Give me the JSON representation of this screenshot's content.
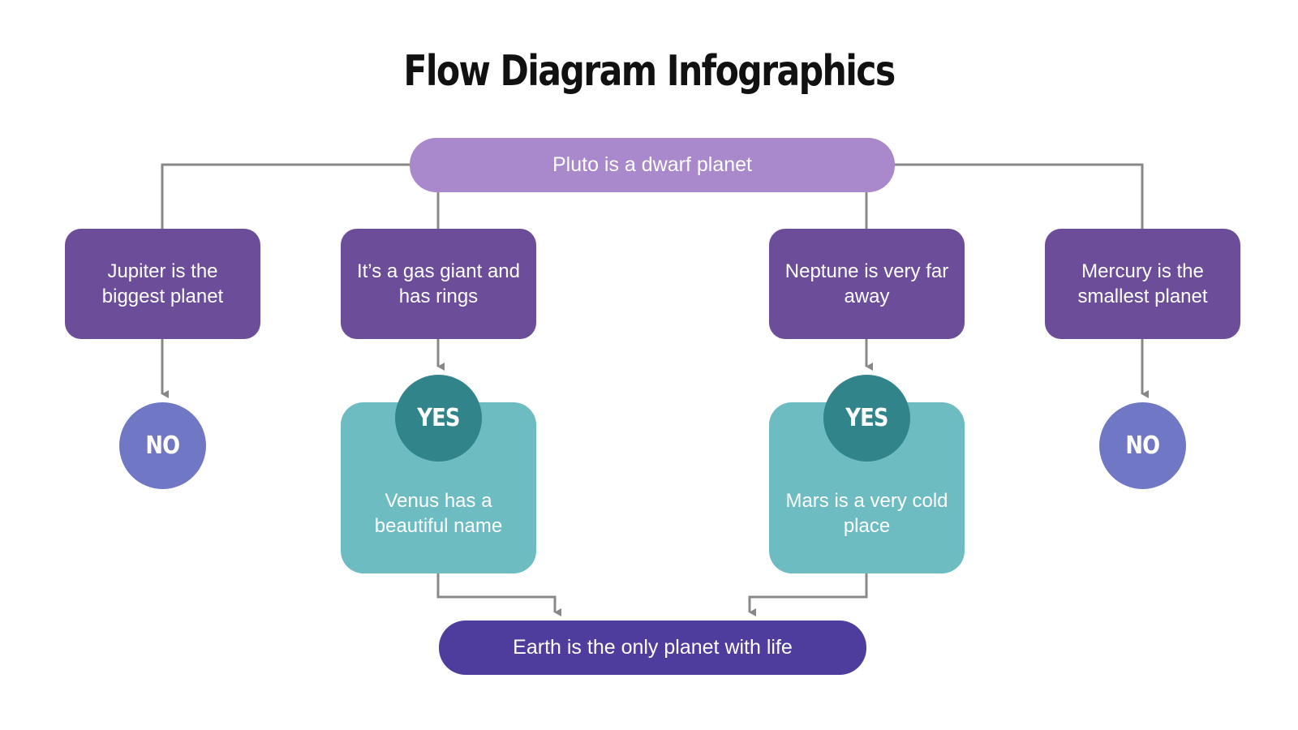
{
  "title": "Flow Diagram Infographics",
  "colors": {
    "root": "#aa88cc",
    "card": "#6b4d99",
    "no_badge": "#7078c6",
    "teal_card": "#6dbcc2",
    "yes_badge": "#31858a",
    "final": "#4f3d9e",
    "connector": "#888888",
    "text": "#ffffff",
    "title": "#111111"
  },
  "root": {
    "label": "Pluto is a dwarf planet"
  },
  "cards": [
    {
      "id": "jupiter",
      "label": "Jupiter is the biggest planet"
    },
    {
      "id": "gas-giant",
      "label": "It’s a gas giant and has rings"
    },
    {
      "id": "neptune",
      "label": "Neptune is very far away"
    },
    {
      "id": "mercury",
      "label": "Mercury is the smallest planet"
    }
  ],
  "outcomes": {
    "left_no": "NO",
    "left_yes": {
      "badge": "YES",
      "label": "Venus has a beautiful name"
    },
    "right_yes": {
      "badge": "YES",
      "label": "Mars is a very cold place"
    },
    "right_no": "NO"
  },
  "final": {
    "label": "Earth is the only planet with life"
  }
}
